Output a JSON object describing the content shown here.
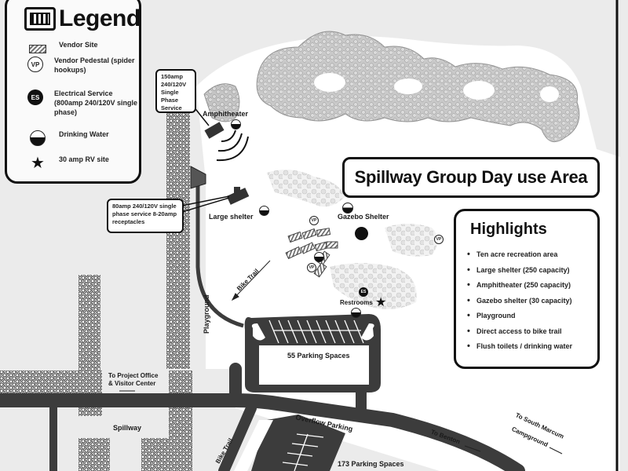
{
  "map": {
    "title": "Spillway Group Day use Area",
    "colors": {
      "background": "#ebebeb",
      "open_area": "#ffffff",
      "road": "#444444",
      "trees": "#b5b5b5",
      "rock": "#555555",
      "ink": "#111111"
    }
  },
  "legend": {
    "title": "Legend",
    "items": [
      {
        "symbol": "vendor-site-hatch",
        "label": "Vendor Site"
      },
      {
        "symbol": "VP",
        "label": "Vendor Pedestal (spider hookups)"
      },
      {
        "symbol": "ES",
        "label": "Electrical Service (800amp 240/120V single phase)"
      },
      {
        "symbol": "drinking-water",
        "label": "Drinking Water"
      },
      {
        "symbol": "star",
        "label": "30 amp RV site"
      }
    ]
  },
  "highlights": {
    "title": "Highlights",
    "items": [
      "Ten acre recreation area",
      "Large shelter (250 capacity)",
      "Amphitheater (250 capacity)",
      "Gazebo shelter (30 capacity)",
      "Playground",
      "Direct access to bike trail",
      "Flush toilets / drinking water"
    ]
  },
  "callouts": {
    "amphitheater": "150amp 240/120V Single Phase Service",
    "large_shelter": "80amp 240/120V single phase service 8-20amp receptacles"
  },
  "labels": {
    "amphitheater": "Amphitheater",
    "large_shelter": "Large shelter",
    "gazebo_shelter": "Gazebo Shelter",
    "restrooms": "Restrooms",
    "bike_trail_upper": "Bike Trail",
    "bike_trail_lower": "Bike Trail",
    "playground": "Playground",
    "parking_55": "55 Parking Spaces",
    "overflow_parking": "Overflow Parking",
    "parking_173": "173 Parking Spaces",
    "to_project_office": "To Project Office",
    "visitor_center": "& Visitor Center",
    "spillway": "Spillway",
    "to_benton": "To Benton",
    "to_south_marcum": "To South Marcum",
    "campground": "Campground"
  },
  "symbols": {
    "vp": "VP",
    "es": "ES"
  }
}
